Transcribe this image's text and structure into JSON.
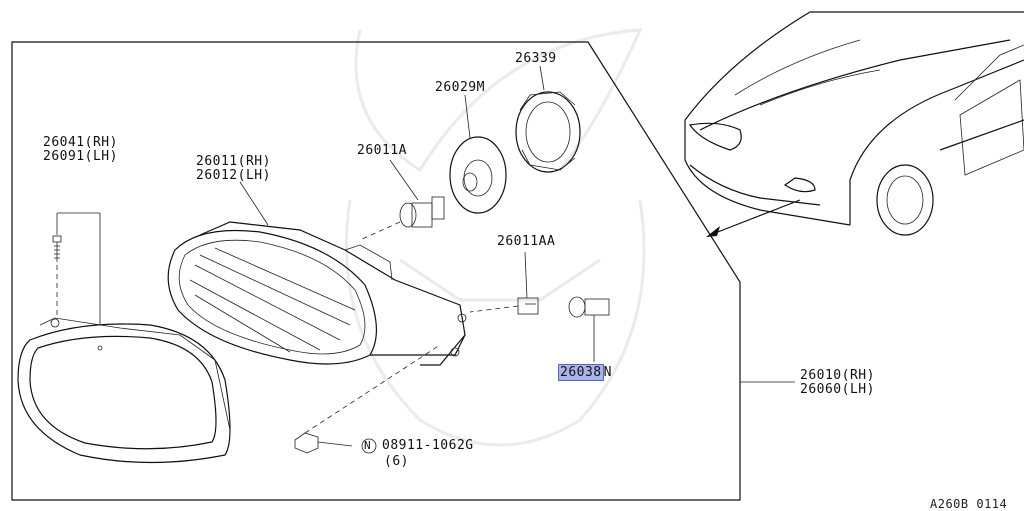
{
  "labels": {
    "seal_ring": "26339",
    "bulb_cover": "26029M",
    "bulb": "26011A",
    "headlamp_housing": "26011(RH)\n26012(LH)",
    "bezel": "26041(RH)\n26091(LH)",
    "socket": "26011AA",
    "side_bulb_prefix": "26038",
    "side_bulb_suffix": "N",
    "assembly": "26010(RH)\n26060(LH)",
    "nut_symbol": "N",
    "nut_part": "08911-1062G",
    "nut_qty": "(6)",
    "diagram_code": "A260B 0114"
  }
}
